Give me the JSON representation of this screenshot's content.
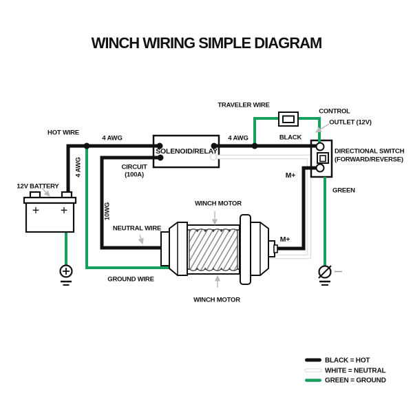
{
  "title": "WINCH WIRING SIMPLE DIAGRAM",
  "colors": {
    "hot": "#111111",
    "ground": "#17a05d",
    "neutral": "#ffffff",
    "neutral_casing": "#dedede",
    "annotation": "#b9b9b9"
  },
  "battery": {
    "label": "12V BATTERY",
    "plus_left": "+",
    "plus_right": "+"
  },
  "solenoid": {
    "label": "SOLENOID/RELAY"
  },
  "circuit_breaker": {
    "line1": "CIRCUIT",
    "line2": "(100A)"
  },
  "control_outlet": {
    "line1": "CONTROL",
    "line2": "OUTLET (12V)"
  },
  "directional_switch": {
    "line1": "DIRECTIONAL SWITCH",
    "line2": "(FORWARD/REVERSE)"
  },
  "motor": {
    "label_top": "WINCH MOTOR",
    "label_bottom": "WINCH MOTOR"
  },
  "wire_labels": {
    "hot": "HOT WIRE",
    "awg_battery": "4 AWG",
    "awg_vertical": "4 AWG",
    "awg_solenoid": "4 AWG",
    "black": "BLACK",
    "traveler": "TRAVELER WIRE",
    "green": "GREEN",
    "gauge": "10WG",
    "neutral": "NEUTRAL WIRE",
    "ground": "GROUND WIRE",
    "m_plus_switch": "M+",
    "m_plus_motor": "M+"
  },
  "legend": {
    "items": [
      {
        "label": "BLACK = HOT",
        "color": "#111111",
        "stroke": "none"
      },
      {
        "label": "WHITE = NEUTRAL",
        "color": "#ffffff",
        "stroke": "#dedede"
      },
      {
        "label": "GREEN = GROUND",
        "color": "#17a05d",
        "stroke": "none"
      }
    ]
  }
}
